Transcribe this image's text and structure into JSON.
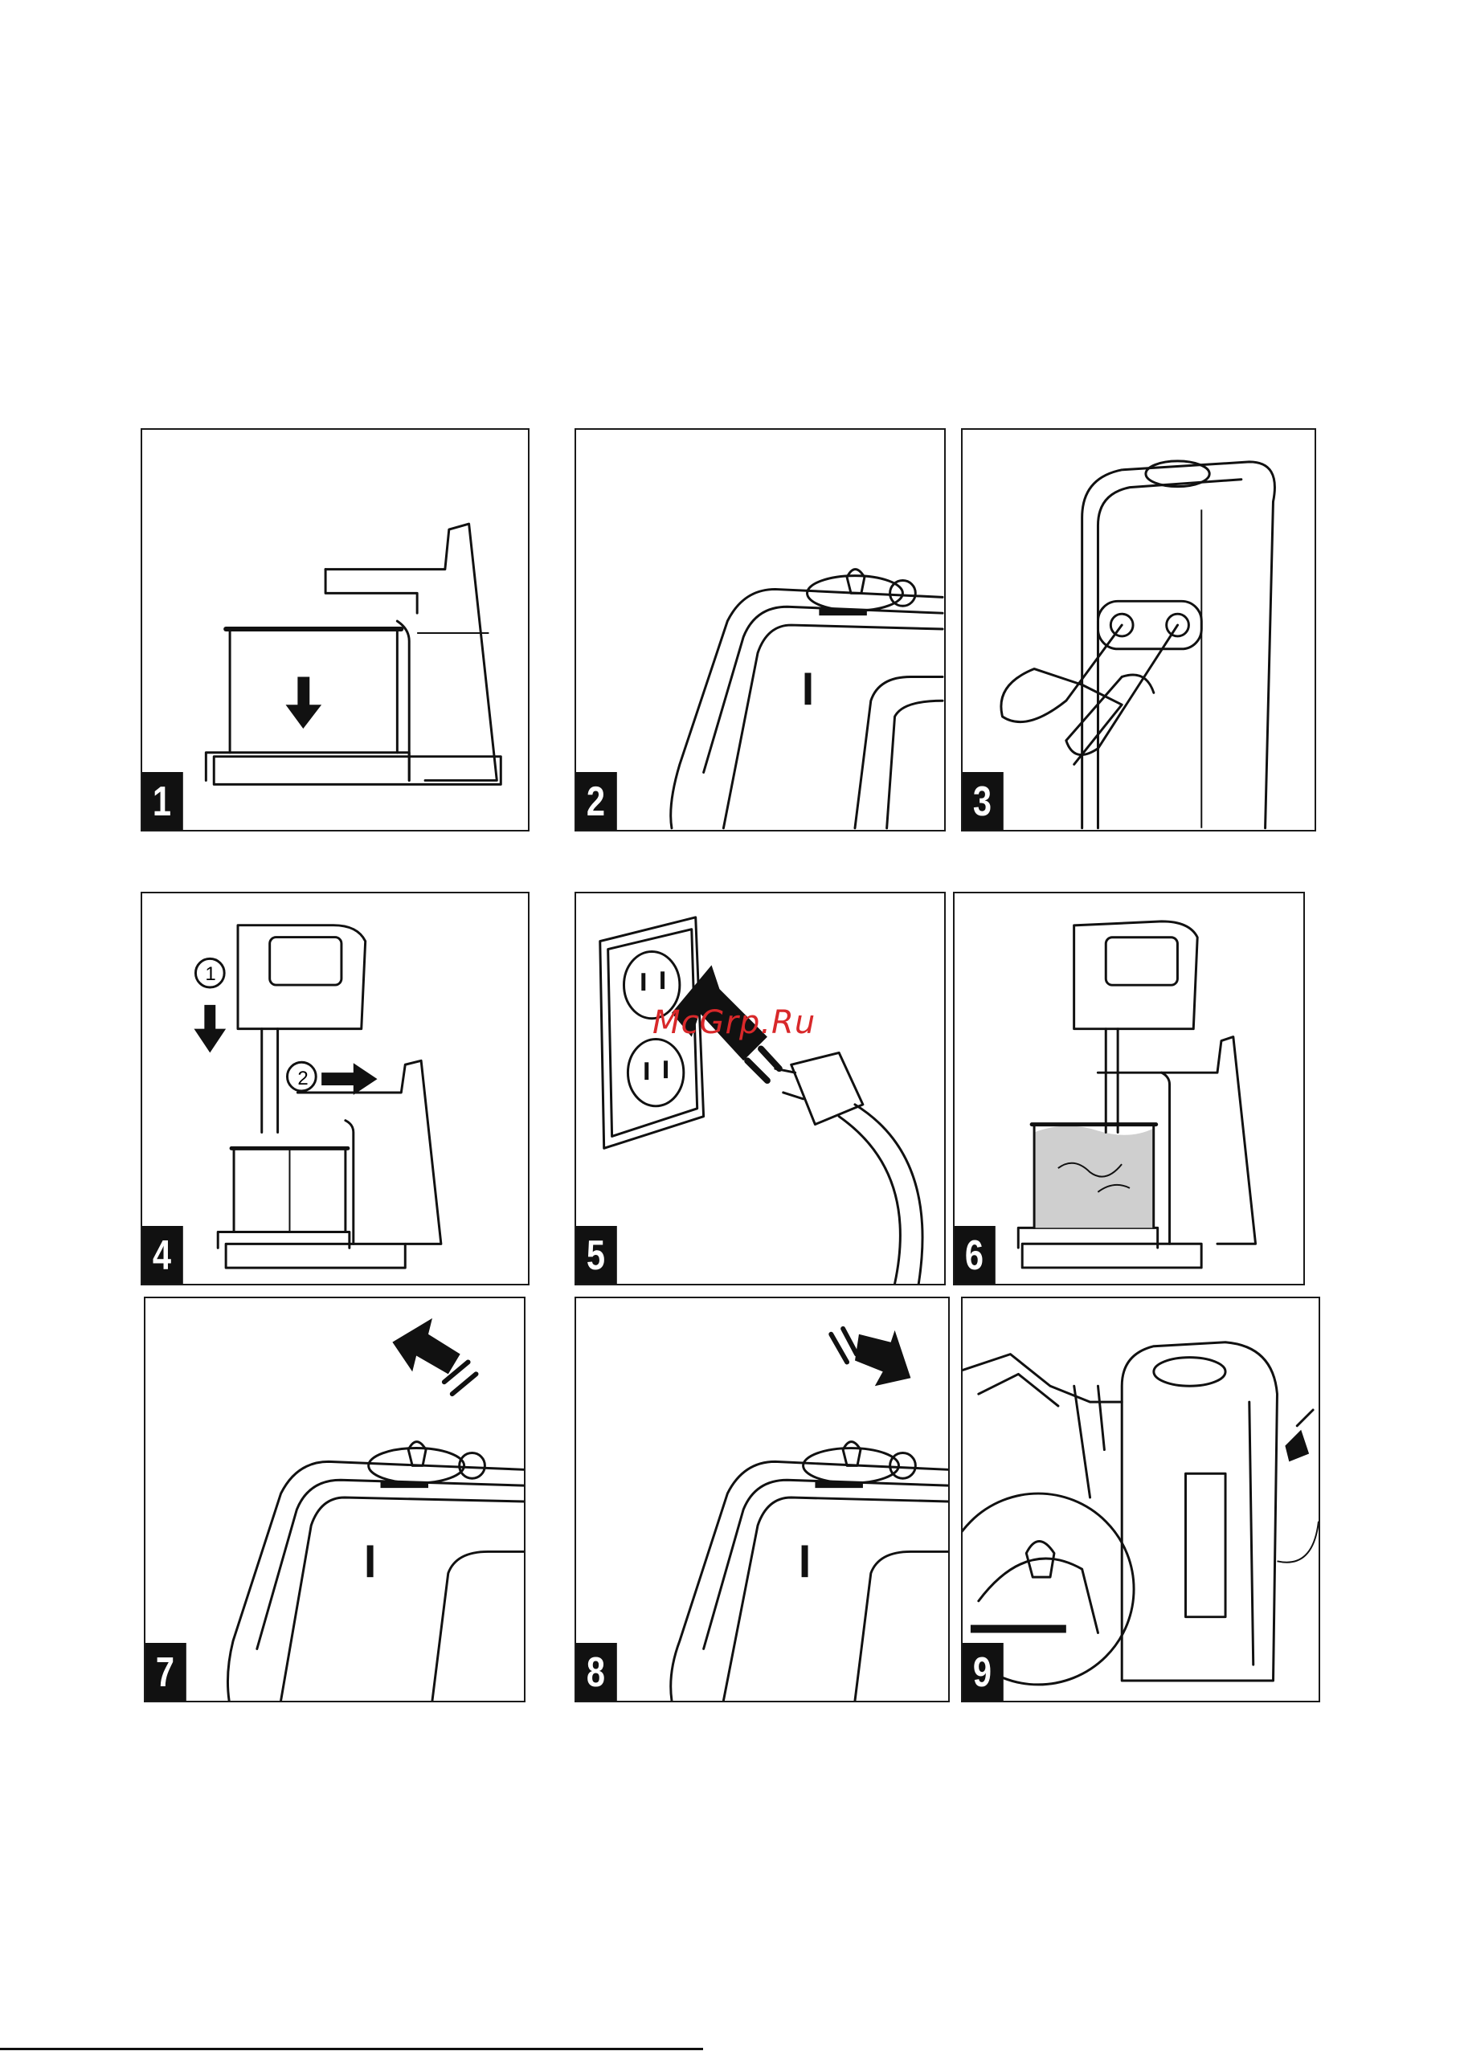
{
  "steps": [
    {
      "number": "1"
    },
    {
      "number": "2"
    },
    {
      "number": "3"
    },
    {
      "number": "4",
      "callout_1": "1",
      "callout_2": "2"
    },
    {
      "number": "5"
    },
    {
      "number": "6"
    },
    {
      "number": "7"
    },
    {
      "number": "8"
    },
    {
      "number": "9"
    }
  ],
  "watermark": "McGrp.Ru",
  "colors": {
    "ink": "#111111",
    "watermark": "#d8282a",
    "water": "#cfcfcf"
  }
}
